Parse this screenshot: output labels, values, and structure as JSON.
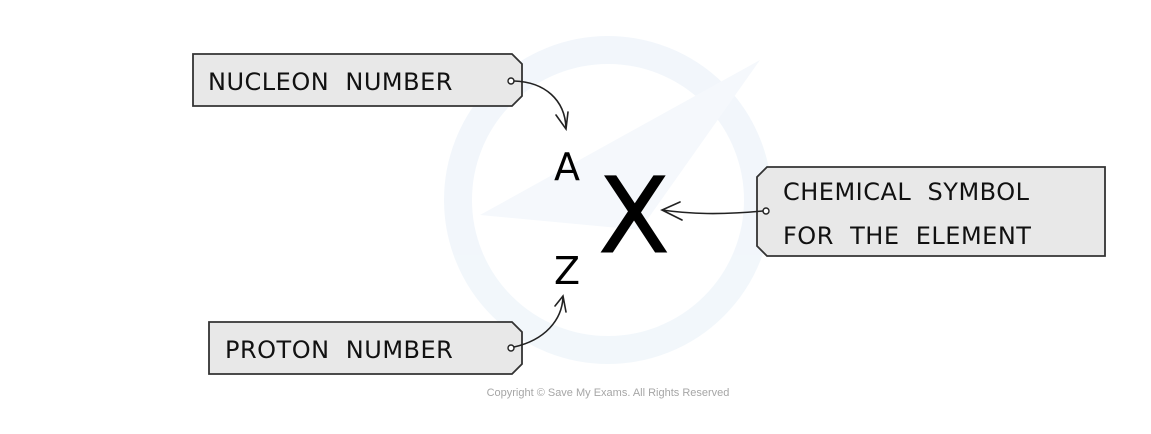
{
  "labels": {
    "nucleon": "NUCLEON  NUMBER",
    "proton": "PROTON  NUMBER",
    "chemical_line1": "CHEMICAL  SYMBOL",
    "chemical_line2": "FOR  THE  ELEMENT"
  },
  "notation": {
    "nucleon_symbol": "A",
    "proton_symbol": "Z",
    "element_symbol": "X"
  },
  "watermark": "Save My Exams logo",
  "copyright": "Copyright © Save My Exams. All Rights Reserved",
  "colors": {
    "box_fill": "#e8e8e8",
    "watermark": "#eef4fa"
  }
}
